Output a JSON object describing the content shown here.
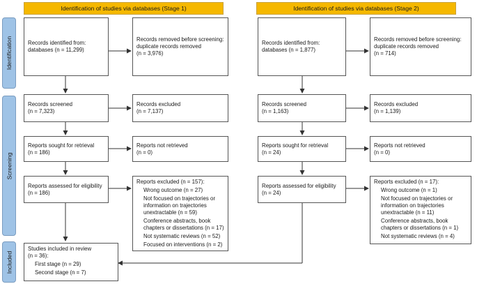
{
  "headers": {
    "stage1": "Identification of studies via databases (Stage 1)",
    "stage2": "Identification of studies via databases (Stage 2)"
  },
  "side_labels": {
    "identification": "Identification",
    "screening": "Screening",
    "included": "Included"
  },
  "stage1": {
    "identified": [
      "Records identified from:",
      "databases (n = 11,299)"
    ],
    "removed": [
      "Records removed before screening:",
      "duplicate records removed",
      "(n = 3,976)"
    ],
    "screened": [
      "Records screened",
      "(n = 7,323)"
    ],
    "excluded": [
      "Records excluded",
      "(n = 7,137)"
    ],
    "sought": [
      "Reports sought for retrieval",
      "(n = 186)"
    ],
    "not_retrieved": [
      "Reports not retrieved",
      "(n = 0)"
    ],
    "assessed": [
      "Reports assessed for eligibility",
      "(n = 186)"
    ],
    "reports_excluded_title": "Reports excluded (n = 157):",
    "reports_excluded_items": [
      "Wrong outcome (n = 27)",
      "Not focused on trajectories or\ninformation on trajectories\nunextractable (n = 59)",
      "Conference abstracts, book\nchapters or dissertations (n = 17)",
      "Not systematic reviews (n = 52)",
      "Focused on interventions (n = 2)"
    ]
  },
  "stage2": {
    "identified": [
      "Records identified from:",
      "databases (n = 1,877)"
    ],
    "removed": [
      "Records removed before screening:",
      "duplicate records removed",
      "(n = 714)"
    ],
    "screened": [
      "Records screened",
      "(n = 1,163)"
    ],
    "excluded": [
      "Records excluded",
      "(n = 1,139)"
    ],
    "sought": [
      "Reports sought for retrieval",
      "(n = 24)"
    ],
    "not_retrieved": [
      "Reports not retrieved",
      "(n = 0)"
    ],
    "assessed": [
      "Reports assessed for eligibility",
      "(n = 24)"
    ],
    "reports_excluded_title": "Reports excluded (n = 17):",
    "reports_excluded_items": [
      "Wrong outcome (n = 1)",
      "Not focused on trajectories or\ninformation on trajectories\nunextractable (n = 11)",
      "Conference abstracts, book\nchapters or dissertations (n = 1)",
      "Not systematic reviews (n = 4)"
    ]
  },
  "included": {
    "title": [
      "Studies included in review",
      "(n = 36):"
    ],
    "items": [
      "First stage (n = 29)",
      "Second stage (n = 7)"
    ]
  }
}
